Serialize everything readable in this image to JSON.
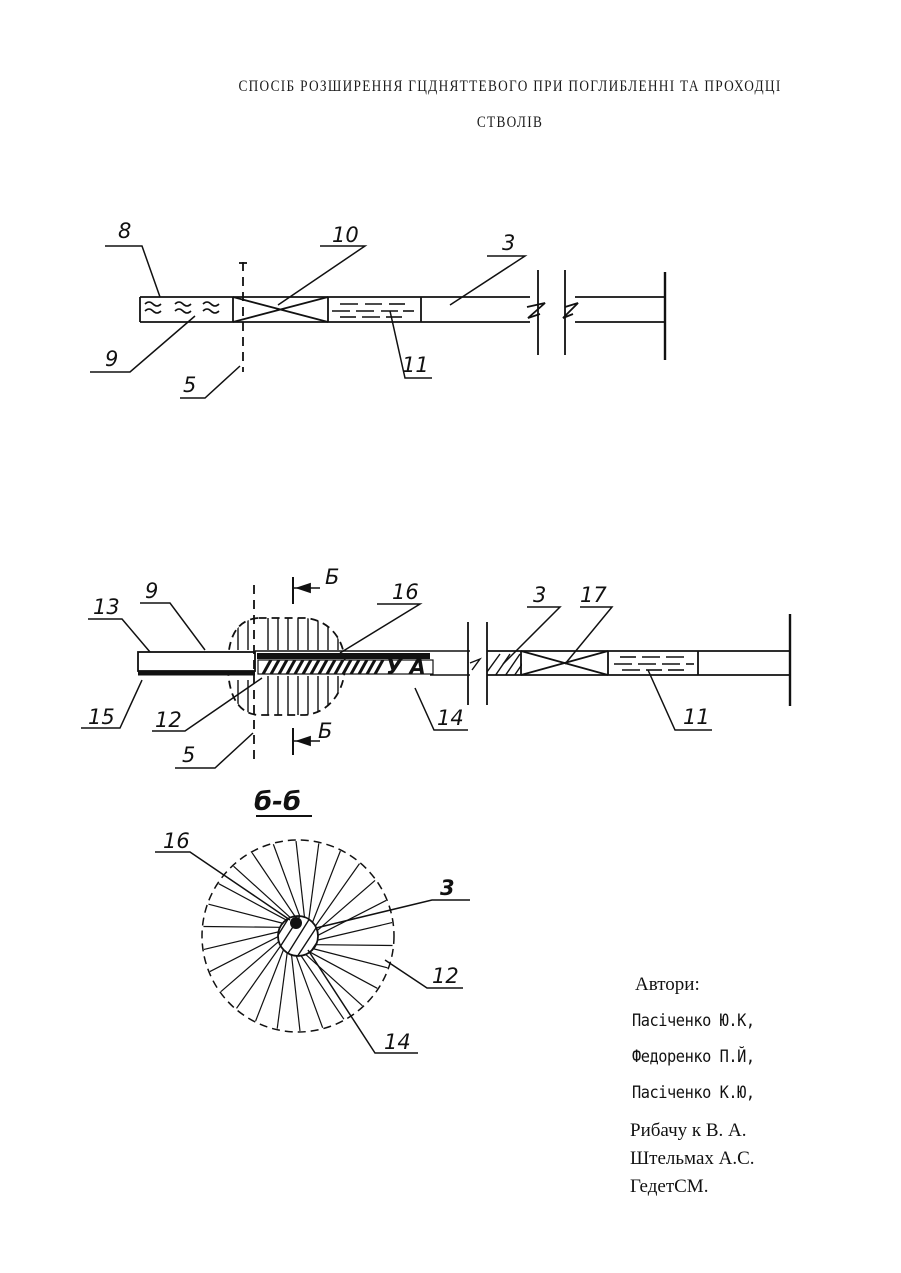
{
  "document": {
    "title_line1": "СПОСІБ РОЗШИРЕННЯ ГЦДНЯТТЕВОГО ПРИ ПОГЛИБЛЕННІ ТА ПРОХОДЦІ",
    "title_line2": "СТВОЛІВ"
  },
  "figure1": {
    "labels": {
      "l8": "8",
      "l10": "10",
      "l3": "3",
      "l9": "9",
      "l5": "5",
      "l11": "11"
    }
  },
  "figure2": {
    "labels": {
      "l13": "13",
      "l9": "9",
      "l16": "16",
      "l3": "3",
      "l17": "17",
      "l15": "15",
      "l12": "12",
      "l14": "14",
      "l5": "5",
      "l11": "11",
      "sec_top": "Б",
      "sec_bottom": "Б",
      "ya": "У А"
    }
  },
  "figure3": {
    "section_label": "б-б",
    "labels": {
      "l16": "16",
      "l3": "3",
      "l12": "12",
      "l14": "14"
    }
  },
  "authors": {
    "heading": "Автори:",
    "list": [
      "Пасіченко Ю.К,",
      "Федоренко П.Й,",
      "Пасіченко К.Ю,",
      "Рибачу к В. А.",
      "Штельмах А.С.",
      "ГедетСМ."
    ]
  }
}
